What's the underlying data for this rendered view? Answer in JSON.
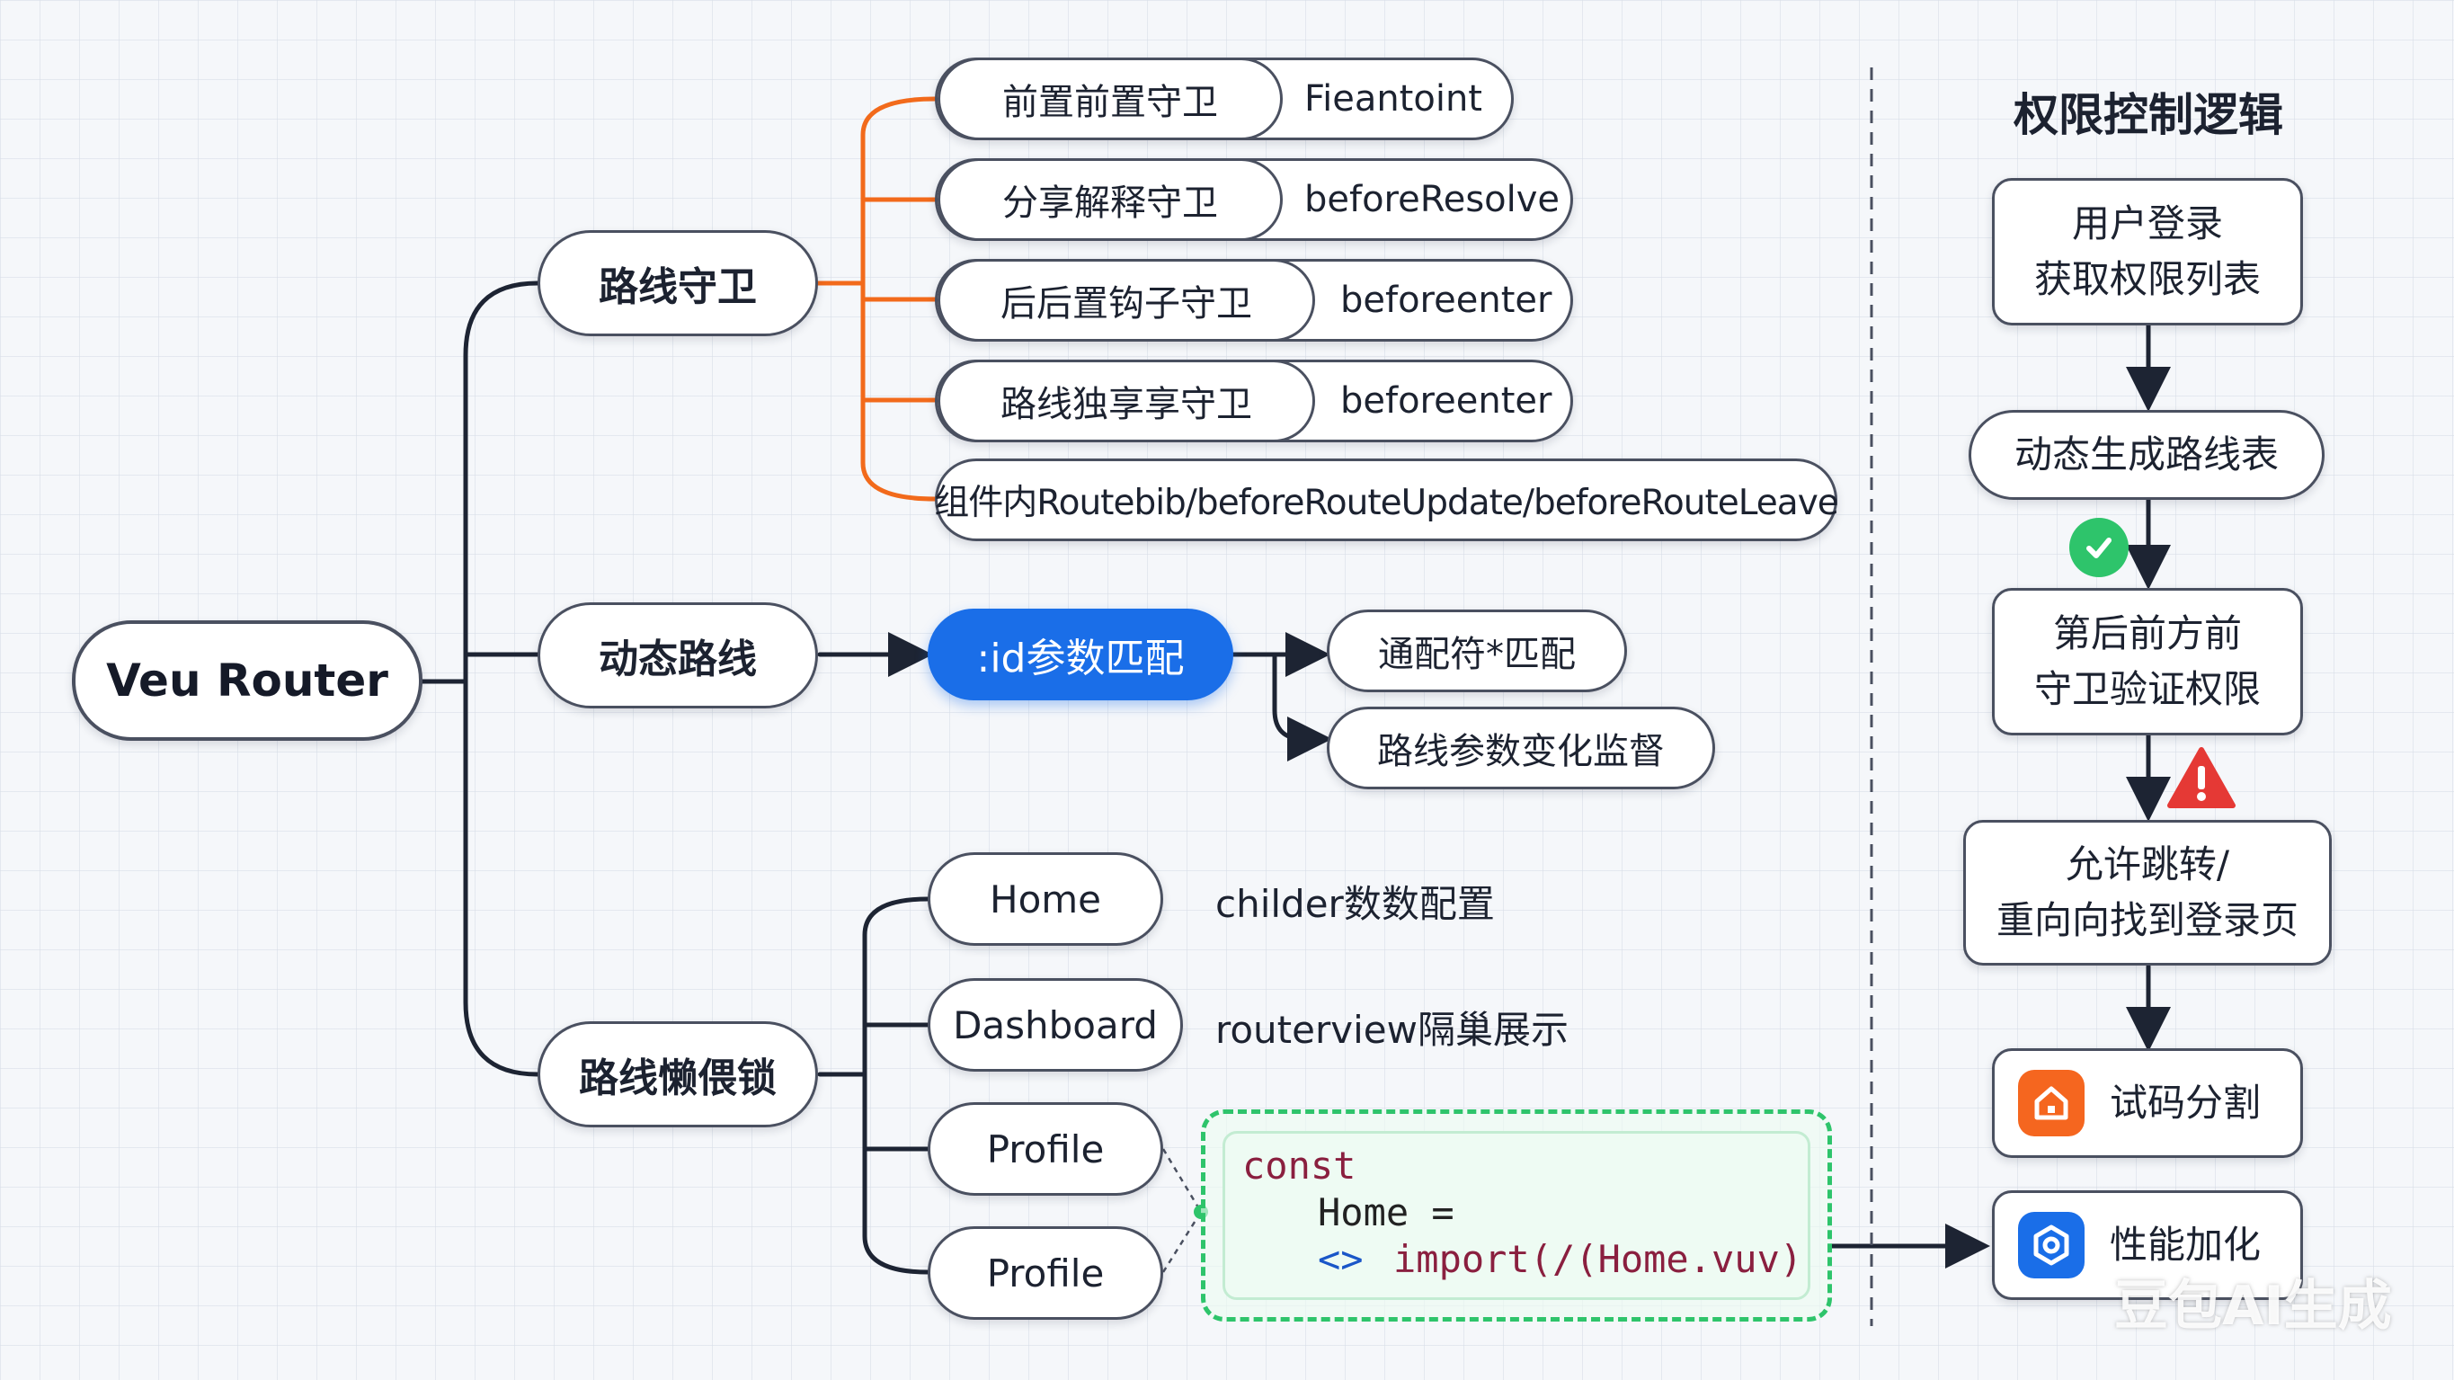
{
  "root": {
    "label": "Veu Router"
  },
  "branches": {
    "guard": {
      "label": "路线守卫"
    },
    "dynamic": {
      "label": "动态路线"
    },
    "lazy": {
      "label": "路线懒偎锁"
    }
  },
  "guards": [
    {
      "label": "前置前置守卫",
      "hook": "Fieantoint"
    },
    {
      "label": "分享解释守卫",
      "hook": "beforeResolve"
    },
    {
      "label": "后后置钩子守卫",
      "hook": "beforeenter"
    },
    {
      "label": "路线独享享守卫",
      "hook": "beforeenter"
    },
    {
      "label": "组件内Routebib/beforeRouteUpdate/beforeRouteLeave"
    }
  ],
  "dynamic": {
    "param": ":id参数匹配",
    "children": [
      "通配符*匹配",
      "路线参数变化监督"
    ]
  },
  "lazy": {
    "items": [
      {
        "label": "Home",
        "note": "childer数数配置"
      },
      {
        "label": "Dashboard",
        "note": "routerview隔巢展示"
      },
      {
        "label": "Profile"
      },
      {
        "label": "Profile"
      }
    ],
    "code": {
      "line1": "const",
      "line2": "Home =",
      "arrow": "<>",
      "line3": "import(/(Home.vuv)"
    }
  },
  "permission": {
    "title": "权限控制逻辑",
    "steps": [
      {
        "line1": "用户登录",
        "line2": "获取权限列表"
      },
      {
        "line1": "动态生成路线表"
      },
      {
        "line1": "第后前方前",
        "line2": "守卫验证权限"
      },
      {
        "line1": "允许跳转/",
        "line2": "重向向找到登录页"
      },
      {
        "line1": "试码分割",
        "icon": "home-icon"
      },
      {
        "line1": "性能加化",
        "icon": "hexagon-gear-icon"
      }
    ]
  },
  "colors": {
    "orange": "#f26a1b",
    "blue": "#1a6ee8",
    "green": "#2ec46b",
    "red": "#e53935",
    "line": "#1d2433"
  },
  "watermark": "豆包AI生成"
}
